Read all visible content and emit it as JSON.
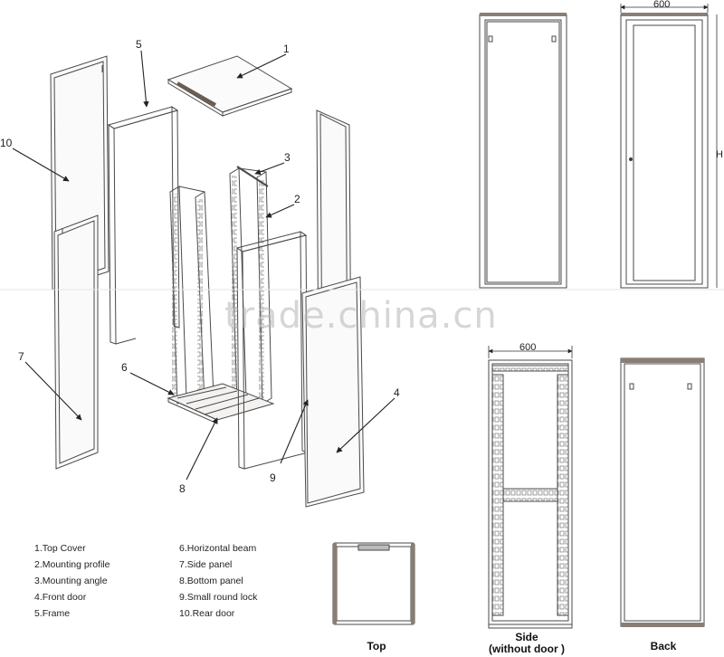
{
  "callouts": [
    "1",
    "2",
    "3",
    "4",
    "5",
    "6",
    "7",
    "8",
    "9",
    "10"
  ],
  "legend_left": [
    "1.Top Cover",
    "2.Mounting profile",
    "3.Mounting angle",
    "4.Front door",
    "5.Frame"
  ],
  "legend_right": [
    "6.Horizontal beam",
    "7.Side panel",
    "8.Bottom panel",
    "9.Small round lock",
    "10.Rear door"
  ],
  "views": {
    "top": "Top",
    "side_line1": "Side",
    "side_line2": "(without door )",
    "back": "Back"
  },
  "dimensions": {
    "width_top": "600",
    "width_mid": "600",
    "height_mark": "H"
  },
  "watermark": "trade.china.cn",
  "colors": {
    "line": "#4a4a4a",
    "accent": "#8a7e74",
    "panel_edge": "#d8d4cf"
  }
}
